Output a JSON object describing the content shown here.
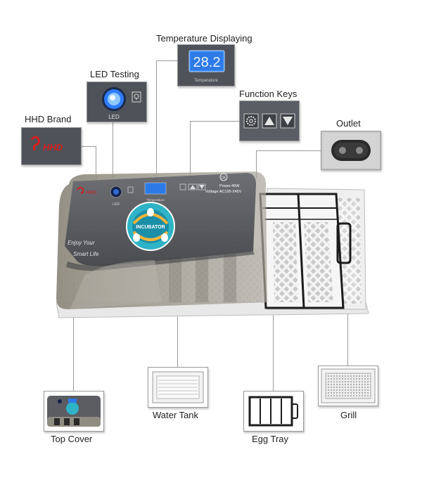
{
  "callouts": {
    "temperature_displaying": "Temperature Displaying",
    "led_testing": "LED Testing",
    "function_keys": "Function Keys",
    "hhd_brand": "HHD Brand",
    "outlet": "Outlet",
    "water_tank": "Water Tank",
    "grill": "Grill",
    "egg_tray": "Egg Tray",
    "top_cover": "Top Cover"
  },
  "display": {
    "reading": "28.2",
    "caption": "Temperature"
  },
  "led": {
    "caption": "LED"
  },
  "brand": {
    "logo_text": "HHD"
  },
  "panel": {
    "led_label": "LED",
    "temp_label": "Temperature",
    "power": "Power:40W",
    "voltage": "Voltage:AC195-245V",
    "ce_mark": "CE",
    "badge": "INCUBATOR",
    "slogan_line1": "Enjoy Your",
    "slogan_line2": "Smart Life"
  },
  "icons": [
    "gear-icon",
    "up-arrow-icon",
    "down-arrow-icon",
    "bulb-icon",
    "plug-socket-icon"
  ]
}
